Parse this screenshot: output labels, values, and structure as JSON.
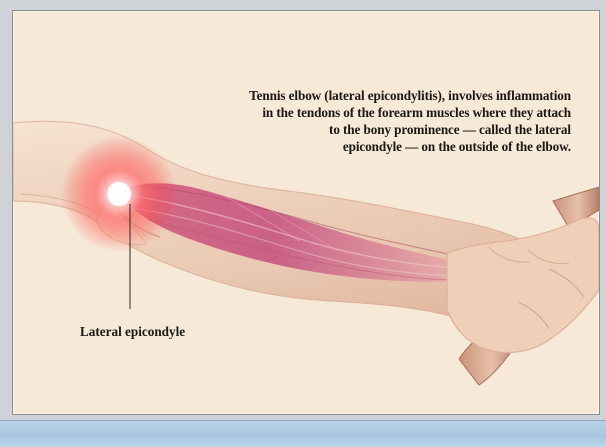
{
  "caption": {
    "lines": [
      "Tennis elbow (lateral epicondylitis), involves inflammation",
      "in the tendons of the forearm muscles where they attach",
      "to the bony prominence — called the lateral",
      "epicondyle — on the outside of the elbow."
    ]
  },
  "labels": {
    "lateral_epicondyle": "Lateral epicondyle"
  },
  "colors": {
    "background": "#f6e9d8",
    "skin": "#efd1b8",
    "muscle": "#c4577a",
    "inflammation": "#ff4a4a",
    "frame_border": "#8d8d8d",
    "bottom_band": "#a8c6e2"
  }
}
